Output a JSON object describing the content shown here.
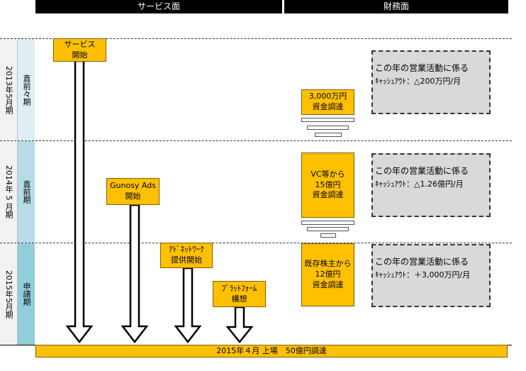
{
  "headers": {
    "service": "サービス面",
    "finance": "財務面"
  },
  "periods": [
    {
      "year": "2013年5月期",
      "label": "直前々期"
    },
    {
      "year": "2014年 5 月期",
      "label": "直前期"
    },
    {
      "year": "2015年5月期",
      "label": "申請期"
    }
  ],
  "service_events": [
    {
      "line1": "サービス",
      "line2": "開始"
    },
    {
      "line1": "Gunosy Ads",
      "line2": "開始"
    },
    {
      "line1": "ｱﾄﾞﾈｯﾄﾜｰｸ",
      "line2": "提供開始"
    },
    {
      "line1": "ﾌﾟﾗｯﾄﾌｫｰﾑ",
      "line2": "構想"
    }
  ],
  "funding": [
    {
      "line1": "3,000万円",
      "line2": "資金調達",
      "line3": ""
    },
    {
      "line1": "VC等から",
      "line2": "15億円",
      "line3": "資金調達"
    },
    {
      "line1": "既存株主から",
      "line2": "12億円",
      "line3": "資金調達"
    }
  ],
  "cashflow": [
    {
      "line1": "この年の営業活動に係る",
      "line2": "ｷｬｯｼｭｱｳﾄ：△200万円/月"
    },
    {
      "line1": "この年の営業活動に係る",
      "line2": "ｷｬｯｼｭｱｳﾄ：△1.26億円/月"
    },
    {
      "line1": "この年の営業活動に係る",
      "line2": "ｷｬｯｼｭｱｳﾄ：＋3,000万円/月"
    }
  ],
  "bottom_bar": "2015年４月 上場　50億円調達",
  "colors": {
    "orange": "#ffc000",
    "gray_box": "#d9d9d9",
    "header": "#000000",
    "period1": "#deeef4",
    "period2": "#b7dbe8",
    "period3": "#92cddc"
  }
}
